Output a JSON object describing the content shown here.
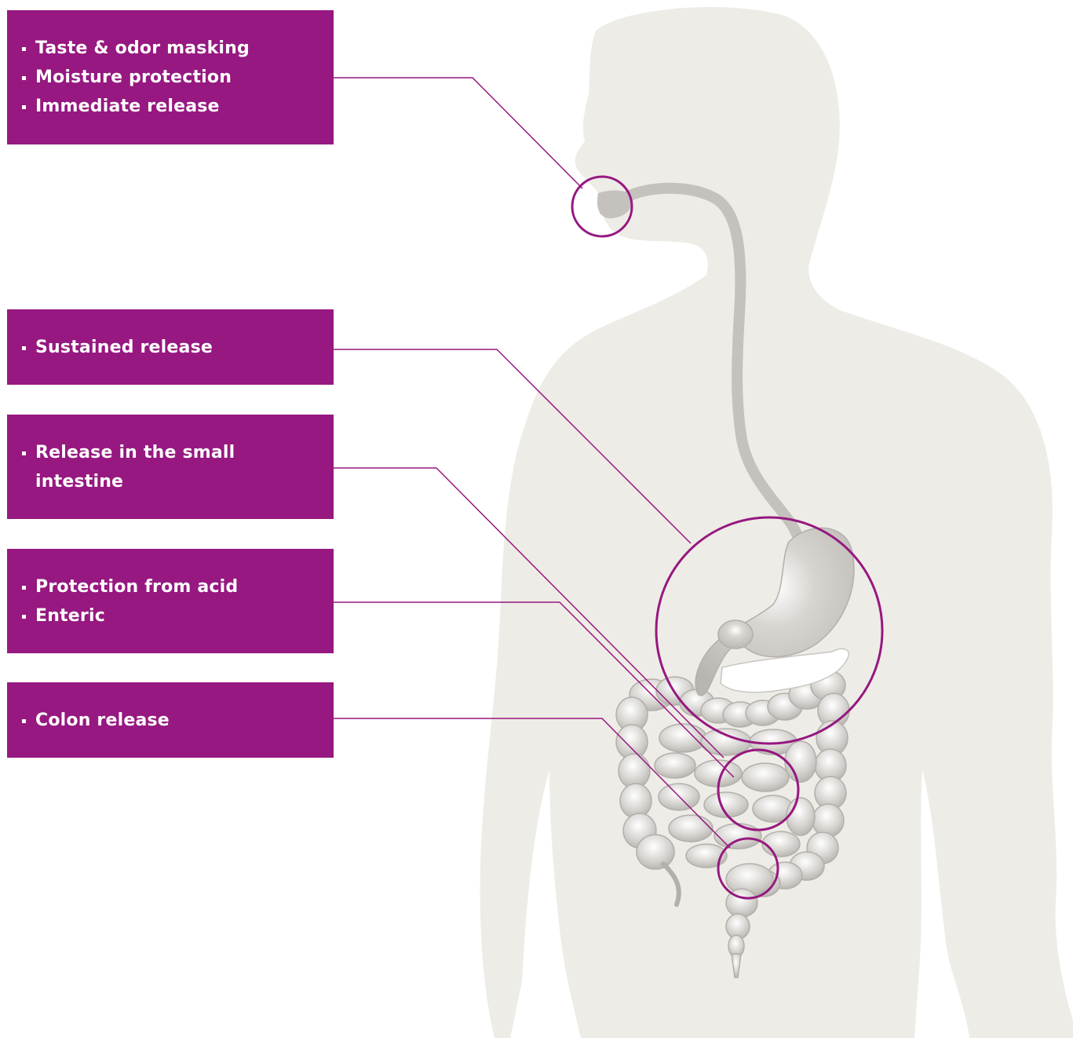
{
  "colors": {
    "box": "#961880",
    "box_text": "#ffffff",
    "silhouette": "#eeece6",
    "organ": "#c5c2bd",
    "organ_light": "#d9d7d3",
    "organ_outline": "#b3b0ab",
    "callout": "#961880"
  },
  "callouts": [
    {
      "id": "mouth",
      "items": [
        "Taste & odor masking",
        "Moisture protection",
        "Immediate release"
      ]
    },
    {
      "id": "stomach",
      "items": [
        "Sustained release"
      ]
    },
    {
      "id": "small",
      "items": [
        "Release in the small intestine"
      ]
    },
    {
      "id": "acid",
      "items": [
        "Protection from acid",
        "Enteric"
      ]
    },
    {
      "id": "colon",
      "items": [
        "Colon release"
      ]
    }
  ]
}
